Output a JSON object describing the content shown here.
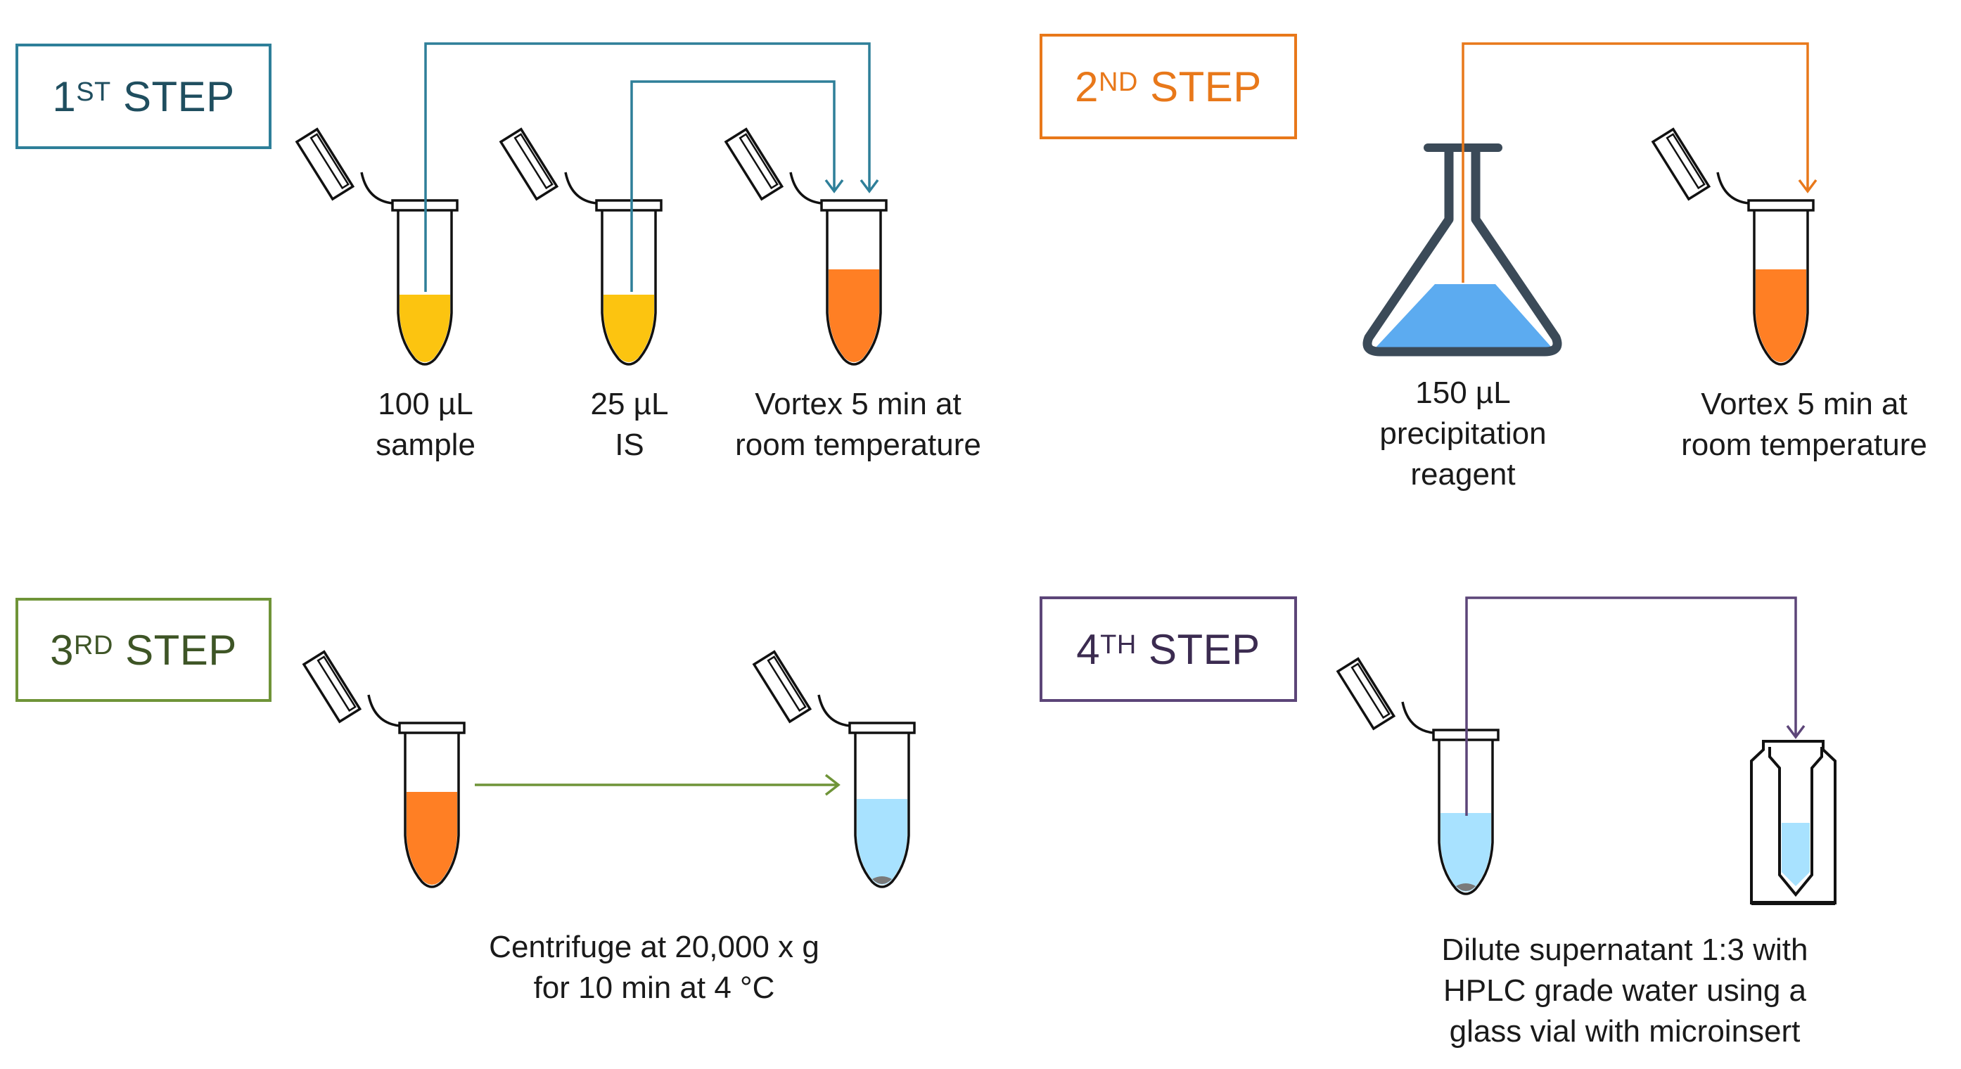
{
  "colors": {
    "step1": "#2e7f99",
    "step2": "#e8781a",
    "step3": "#6f9438",
    "step4": "#5c4578",
    "yellow_liquid": "#fcc410",
    "orange_liquid": "#ff7f24",
    "blue_liquid": "#a8e2ff",
    "flask_liquid": "#5cabf0",
    "flask_outline": "#3b4a58",
    "pellet": "#7a7a7a"
  },
  "steps": [
    {
      "number": "1",
      "suffix": "ST",
      "word": "STEP"
    },
    {
      "number": "2",
      "suffix": "ND",
      "word": "STEP"
    },
    {
      "number": "3",
      "suffix": "RD",
      "word": "STEP"
    },
    {
      "number": "4",
      "suffix": "TH",
      "word": "STEP"
    }
  ],
  "captions": {
    "sample": [
      "100 µL",
      "sample"
    ],
    "is": [
      "25 µL",
      "IS"
    ],
    "vortex1": [
      "Vortex 5 min at",
      "room temperature"
    ],
    "reagent": [
      "150 µL",
      "precipitation",
      "reagent"
    ],
    "vortex2": [
      "Vortex 5 min at",
      "room temperature"
    ],
    "centrifuge": [
      "Centrifuge at 20,000 x g",
      "for 10 min at 4 °C"
    ],
    "dilute": [
      "Dilute supernatant 1:3 with",
      "HPLC grade water using a",
      "glass vial with microinsert"
    ]
  }
}
